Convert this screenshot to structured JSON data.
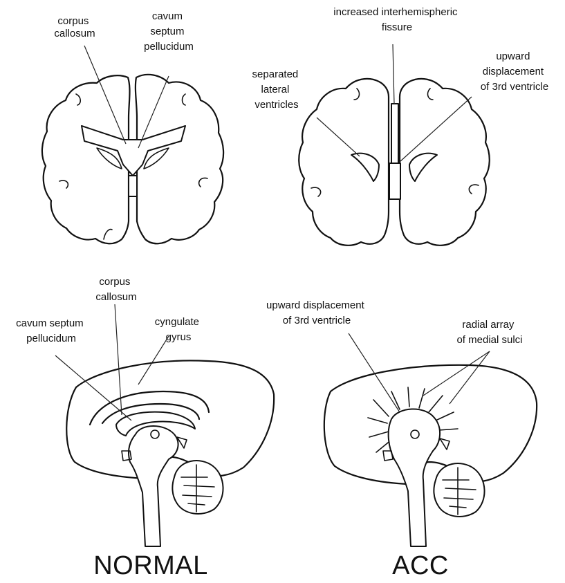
{
  "normal_coronal": {
    "corpus_callosum": [
      "corpus",
      "callosum"
    ],
    "cavum_septum": [
      "cavum",
      "septum",
      "pellucidum"
    ]
  },
  "acc_coronal": {
    "interhemispheric": [
      "increased interhemispheric",
      "fissure"
    ],
    "separated_ventricles": [
      "separated",
      "lateral",
      "ventricles"
    ],
    "upward_3rd": [
      "upward",
      "displacement",
      "of 3rd ventricle"
    ]
  },
  "normal_sagittal": {
    "corpus_callosum": [
      "corpus",
      "callosum"
    ],
    "cavum_septum": [
      "cavum septum",
      "pellucidum"
    ],
    "cingulate": [
      "cyngulate",
      "gyrus"
    ]
  },
  "acc_sagittal": {
    "upward_3rd": [
      "upward displacement",
      "of 3rd ventricle"
    ],
    "radial_sulci": [
      "radial array",
      "of medial sulci"
    ]
  },
  "captions": {
    "normal": "NORMAL",
    "acc": "ACC"
  }
}
